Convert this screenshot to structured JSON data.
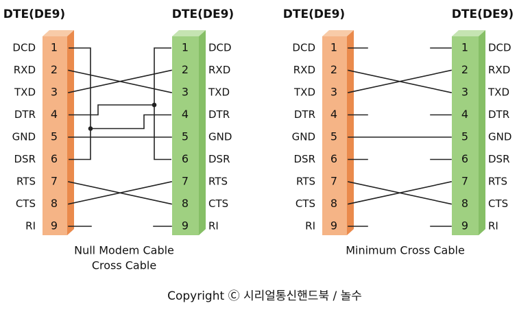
{
  "diagrams": [
    {
      "left_title": "DTE(DE9)",
      "right_title": "DTE(DE9)",
      "caption_lines": [
        "Null Modem Cable",
        "Cross Cable"
      ],
      "pins": [
        {
          "num": "1",
          "signal": "DCD"
        },
        {
          "num": "2",
          "signal": "RXD"
        },
        {
          "num": "3",
          "signal": "TXD"
        },
        {
          "num": "4",
          "signal": "DTR"
        },
        {
          "num": "5",
          "signal": "GND"
        },
        {
          "num": "6",
          "signal": "DSR"
        },
        {
          "num": "7",
          "signal": "RTS"
        },
        {
          "num": "8",
          "signal": "CTS"
        },
        {
          "num": "9",
          "signal": "RI"
        }
      ],
      "wiring": [
        {
          "from": "2",
          "to": "3"
        },
        {
          "from": "3",
          "to": "2"
        },
        {
          "from": "5",
          "to": "5"
        },
        {
          "from": "7",
          "to": "8"
        },
        {
          "from": "8",
          "to": "7"
        },
        {
          "from": "1+6",
          "to": "4"
        },
        {
          "from": "4",
          "to": "1+6"
        }
      ]
    },
    {
      "left_title": "DTE(DE9)",
      "right_title": "DTE(DE9)",
      "caption_lines": [
        "Minimum Cross Cable"
      ],
      "pins": [
        {
          "num": "1",
          "signal": "DCD"
        },
        {
          "num": "2",
          "signal": "RXD"
        },
        {
          "num": "3",
          "signal": "TXD"
        },
        {
          "num": "4",
          "signal": "DTR"
        },
        {
          "num": "5",
          "signal": "GND"
        },
        {
          "num": "6",
          "signal": "DSR"
        },
        {
          "num": "7",
          "signal": "RTS"
        },
        {
          "num": "8",
          "signal": "CTS"
        },
        {
          "num": "9",
          "signal": "RI"
        }
      ],
      "wiring": [
        {
          "from": "2",
          "to": "3"
        },
        {
          "from": "3",
          "to": "2"
        },
        {
          "from": "5",
          "to": "5"
        },
        {
          "from": "7",
          "to": "8"
        },
        {
          "from": "8",
          "to": "7"
        }
      ]
    }
  ],
  "copyright": "Copyright Ⓒ 시리얼통신핸드북 / 놀수",
  "colors": {
    "left_front": "#f5b486",
    "left_side": "#ea8a4c",
    "left_top": "#f8cba8",
    "right_front": "#9fd081",
    "right_side": "#86bf66",
    "right_top": "#c5e4b2",
    "wire": "#222222"
  }
}
